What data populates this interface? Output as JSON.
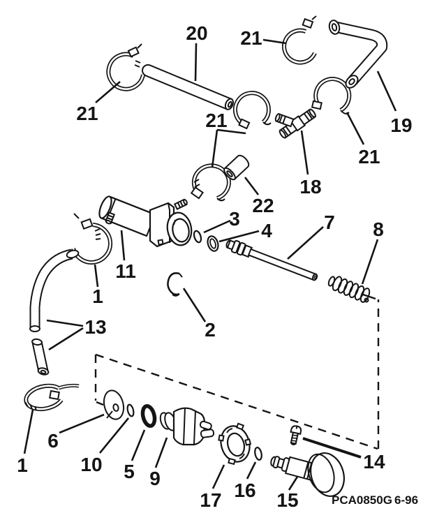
{
  "diagram": {
    "type": "exploded-parts-diagram",
    "colors": {
      "ink": "#141414",
      "background": "#ffffff"
    },
    "footer": {
      "code": "PCA0850G",
      "date": "6-96"
    },
    "callouts": {
      "n20": "20",
      "n21_top_left": "21",
      "n21_top_mid": "21",
      "n21_mid": "21",
      "n21_right": "21",
      "n19": "19",
      "n18": "18",
      "n22": "22",
      "n11": "11",
      "n3": "3",
      "n4": "4",
      "n7": "7",
      "n8": "8",
      "n2": "2",
      "n1_upper": "1",
      "n13": "13",
      "n1_lower": "1",
      "n6": "6",
      "n10": "10",
      "n5": "5",
      "n9": "9",
      "n17": "17",
      "n16": "16",
      "n15": "15",
      "n14": "14"
    }
  }
}
